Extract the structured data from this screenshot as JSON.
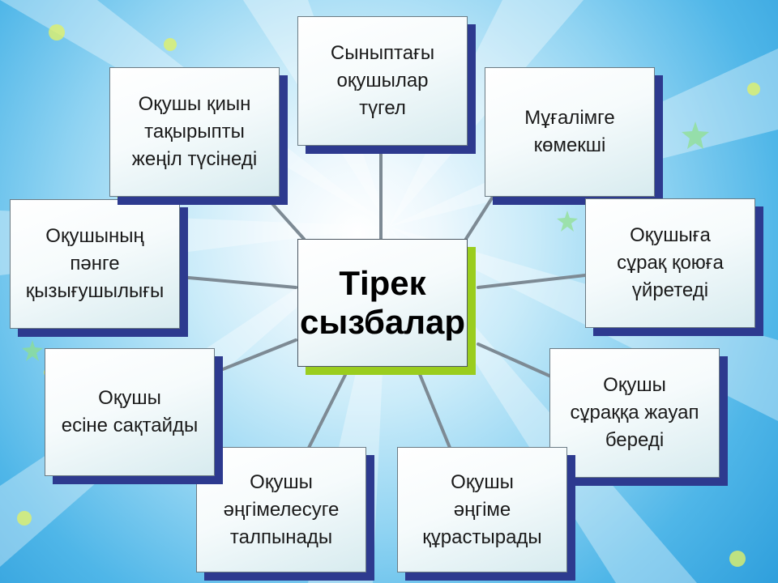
{
  "center": {
    "text": "Тірек\nсызбалар"
  },
  "boxes": [
    {
      "text": "Сыныптағы\nоқушылар\nтүгел"
    },
    {
      "text": "Мұғалімге\nкөмекші"
    },
    {
      "text": "Оқушыға\nсұрақ қоюға\nүйретеді"
    },
    {
      "text": "Оқушы\nсұраққа жауап\nбереді"
    },
    {
      "text": "Оқушы\nәңгіме\nқұрастырады"
    },
    {
      "text": "Оқушы\nәңгімелесуге\nталпынады"
    },
    {
      "text": "Оқушы\nесіне сақтайды"
    },
    {
      "text": "Оқушының\nпәнге\nқызығушылығы"
    },
    {
      "text": "Оқушы қиын\nтақырыпты\nжеңіл түсінеді"
    }
  ],
  "colors": {
    "box_shadow": "#2d3a8f",
    "center_shadow": "#9acd1e",
    "connector": "#7d8a94"
  }
}
